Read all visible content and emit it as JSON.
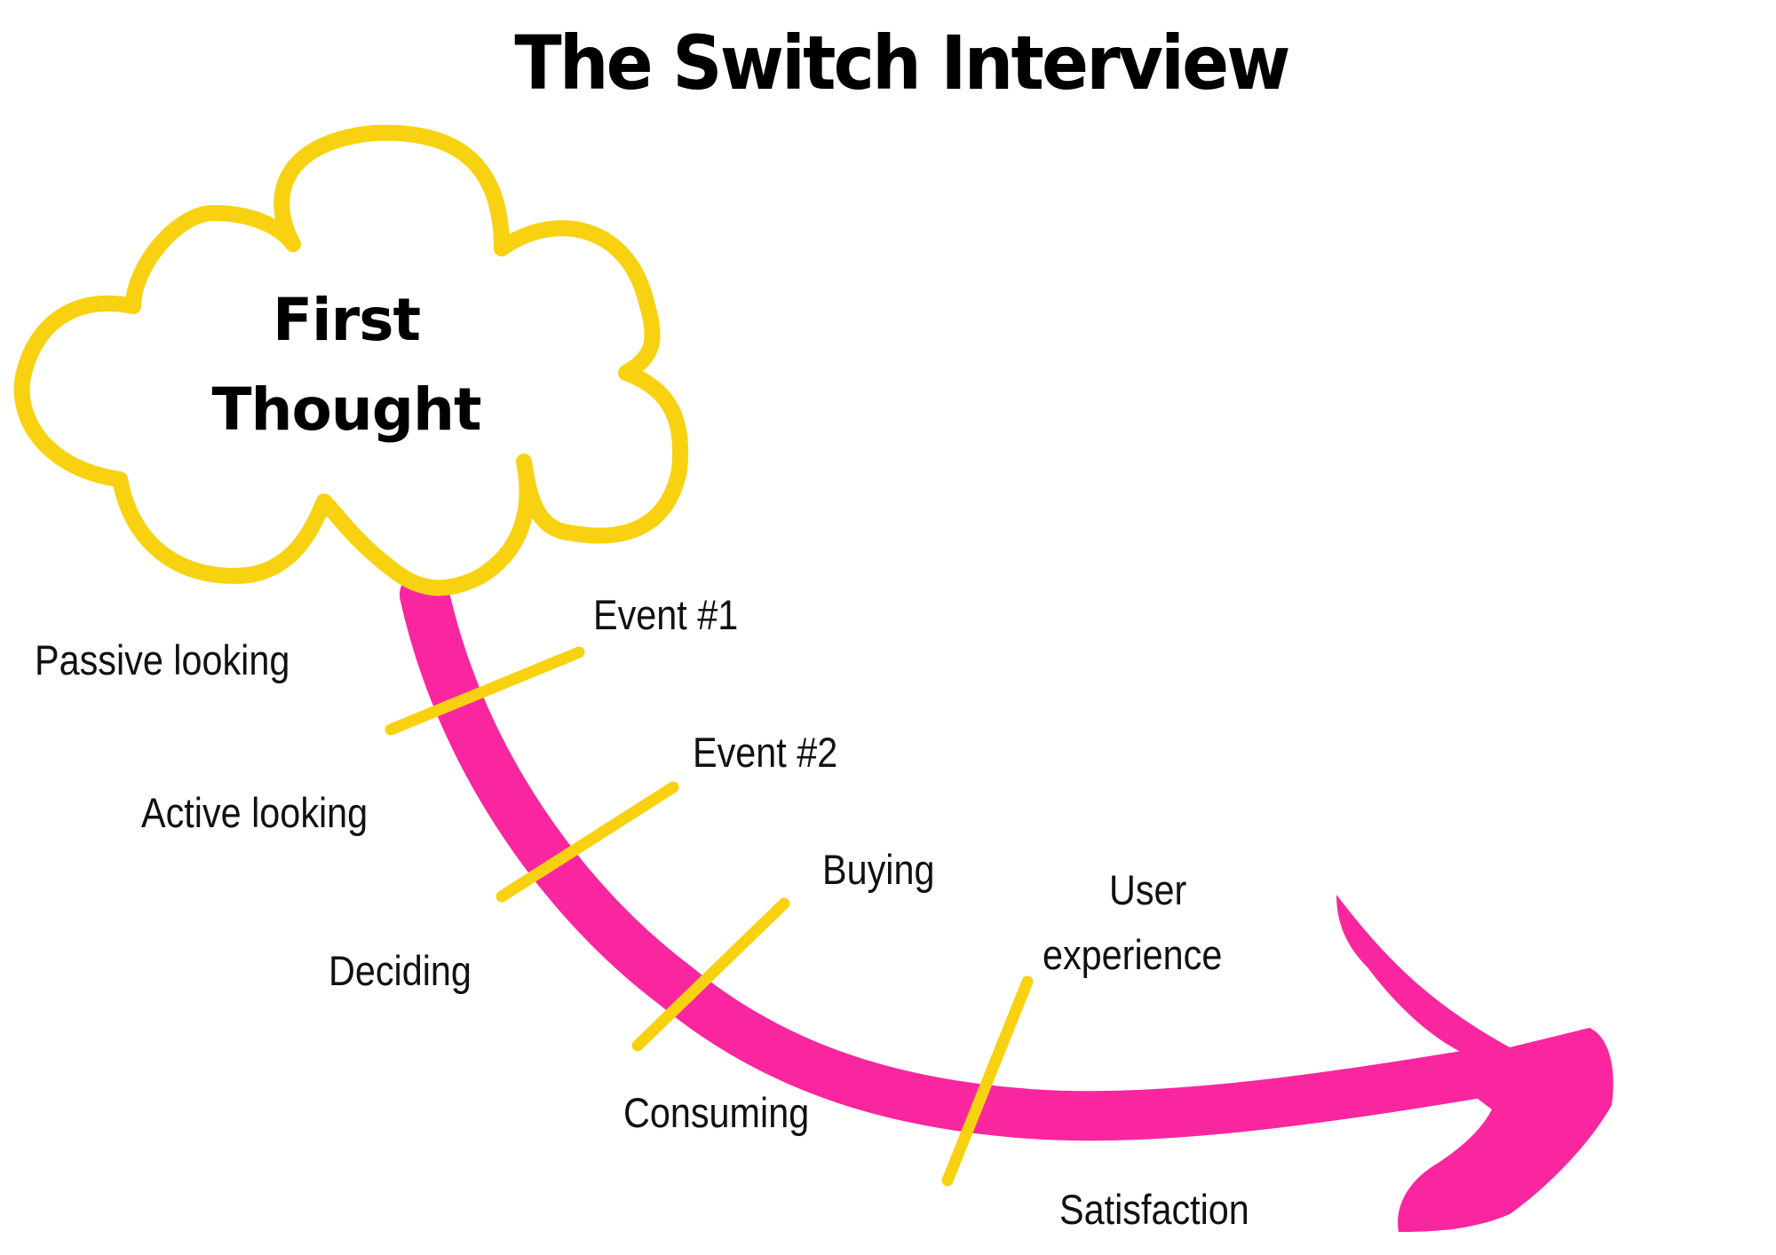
{
  "title": "The Switch Interview",
  "cloud": {
    "line1": "First",
    "line2": "Thought"
  },
  "colors": {
    "cloud_outline": "#F8D210",
    "arrow": "#FA26A0",
    "tick": "#F8D210",
    "text": "#000000",
    "background": "#FFFFFF"
  },
  "events": {
    "event1": "Event #1",
    "event2": "Event #2"
  },
  "stages": {
    "passive_looking": "Passive looking",
    "active_looking": "Active looking",
    "deciding": "Deciding",
    "buying": "Buying",
    "consuming": "Consuming",
    "user_experience_line1": "User",
    "user_experience_line2": "experience",
    "satisfaction": "Satisfaction"
  }
}
